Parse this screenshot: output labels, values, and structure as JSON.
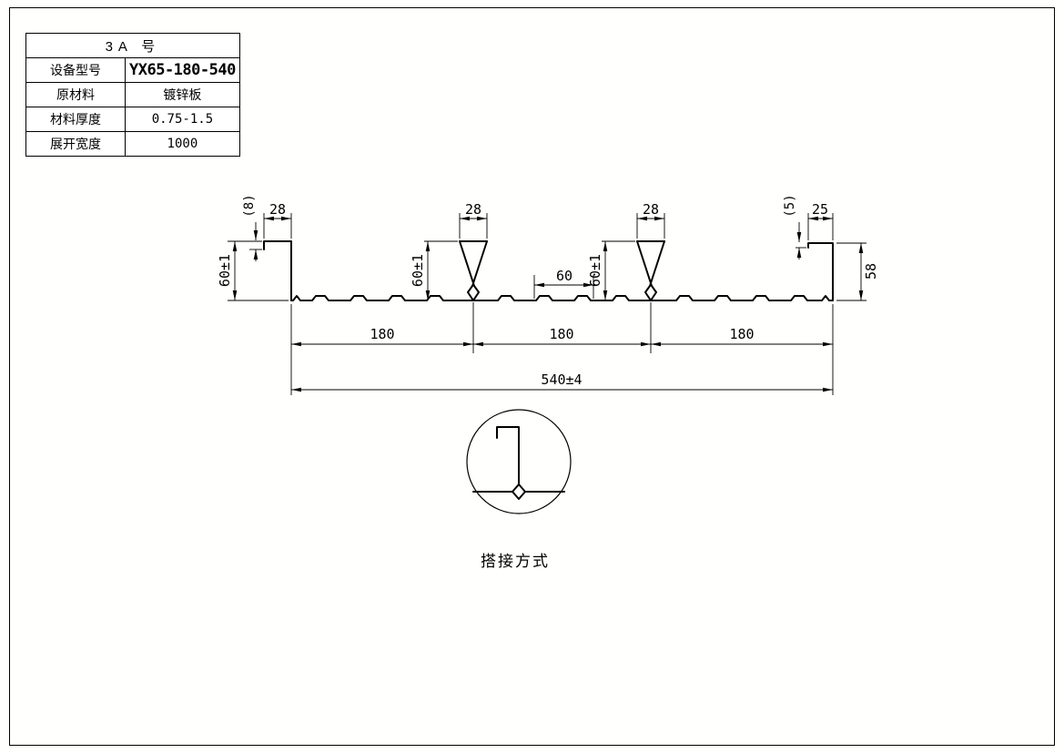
{
  "title_block": {
    "header": "3A  号",
    "rows": [
      {
        "label": "设备型号",
        "value": "YX65-180-540"
      },
      {
        "label": "原材料",
        "value": "镀锌板"
      },
      {
        "label": "材料厚度",
        "value": "0.75-1.5"
      },
      {
        "label": "展开宽度",
        "value": "1000"
      }
    ]
  },
  "drawing": {
    "dims": {
      "left_edge_lip": "(8)",
      "left_edge_width": "28",
      "left_edge_height": "60±1",
      "rib1_top_width": "28",
      "rib1_height": "60±1",
      "center_flat_width": "60",
      "rib2_top_width": "28",
      "rib2_height": "60±1",
      "right_edge_lip": "(5)",
      "right_edge_width": "25",
      "right_edge_height": "58",
      "pitch1": "180",
      "pitch2": "180",
      "pitch3": "180",
      "overall_width": "540±4"
    },
    "detail": {
      "label": "搭接方式"
    }
  }
}
